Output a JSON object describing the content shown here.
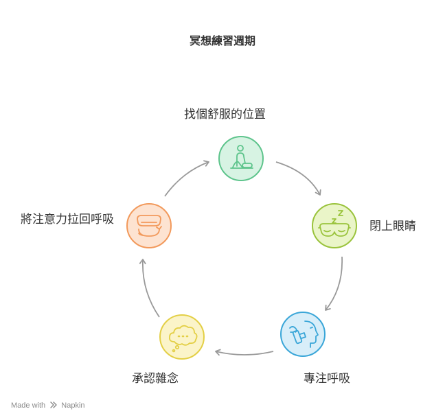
{
  "title": "冥想練習週期",
  "steps": [
    {
      "label": "找個舒服的位置",
      "icon": "person-sitting-icon",
      "fill": "#d7f3e3",
      "stroke": "#5ec48c"
    },
    {
      "label": "閉上眼睛",
      "icon": "sleep-mask-icon",
      "fill": "#eaf5c8",
      "stroke": "#9ac33c"
    },
    {
      "label": "專注呼吸",
      "icon": "breathing-face-icon",
      "fill": "#d8eef9",
      "stroke": "#3aa6d8"
    },
    {
      "label": "承認雜念",
      "icon": "thought-bubble-icon",
      "fill": "#fbf4c9",
      "stroke": "#e3cf45"
    },
    {
      "label": "將注意力拉回呼吸",
      "icon": "refocus-mask-icon",
      "fill": "#fde3d1",
      "stroke": "#f2995b"
    }
  ],
  "arrow_color": "#999999",
  "footer": {
    "made_with": "Made with",
    "brand": "Napkin"
  }
}
